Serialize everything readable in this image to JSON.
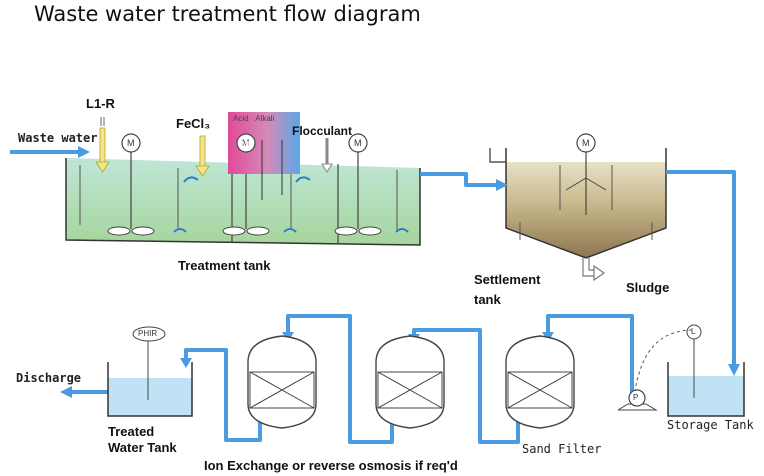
{
  "title": "Waste water treatment flow diagram",
  "inputs": {
    "waste_water": "Waste water",
    "l1r": "L1-R",
    "fecl3": "FeCl₃",
    "acid_alkali": "Acid · Alkali",
    "flocculant": "Flocculant",
    "motor": "M"
  },
  "units": {
    "treatment_tank": "Treatment tank",
    "settlement_tank_line1": "Settlement",
    "settlement_tank_line2": "tank",
    "sludge": "Sludge",
    "storage_tank": "Storage Tank",
    "sand_filter": "Sand Filter",
    "ion_exchange": "Ion Exchange or reverse osmosis if req'd",
    "treated_line1": "Treated",
    "treated_line2": "Water Tank",
    "discharge": "Discharge",
    "phir": "PHIR",
    "level": "L",
    "pump": "P"
  },
  "colors": {
    "pipe": "#4a9be0",
    "water": "#bfe3f5",
    "treatment_water": "#b9ddc0",
    "sludge": "#9a8460",
    "acid_alkali_gradient": [
      "#e04a9a",
      "#5aa8e8"
    ]
  }
}
